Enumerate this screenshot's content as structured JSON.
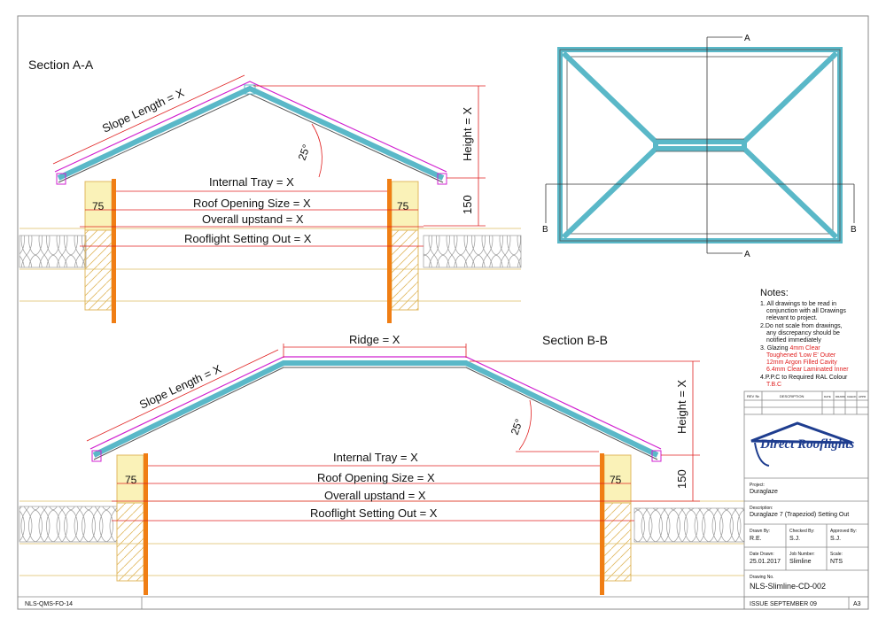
{
  "section_aa": {
    "title": "Section A-A",
    "slope_length": "Slope Length = X",
    "height": "Height = X",
    "angle": "25°",
    "internal_tray": "Internal Tray = X",
    "roof_opening": "Roof Opening Size = X",
    "overall_upstand": "Overall upstand = X",
    "setting_out": "Rooflight Setting Out = X",
    "dim_75": "75",
    "dim_150": "150"
  },
  "section_bb": {
    "title": "Section B-B",
    "ridge": "Ridge = X",
    "slope_length": "Slope Length = X",
    "height": "Height = X",
    "angle": "25°",
    "internal_tray": "Internal Tray = X",
    "roof_opening": "Roof Opening Size = X",
    "overall_upstand": "Overall upstand = X",
    "setting_out": "Rooflight Setting Out = X",
    "dim_75": "75",
    "dim_150": "150"
  },
  "plan": {
    "a_top": "A",
    "a_bottom": "A",
    "b_left": "B",
    "b_right": "B"
  },
  "notes": {
    "heading": "Notes:",
    "n1_a": "1. All drawings to be read in",
    "n1_b": "conjunction with all  Drawings",
    "n1_c": "relevant to project.",
    "n2_a": "2.Do not scale from drawings,",
    "n2_b": "any discrepancy should be",
    "n2_c": "notified immediately",
    "n3_prefix": "3. Glazing ",
    "n3_a": "4mm Clear",
    "n3_b": "Toughened 'Low E' Outer",
    "n3_c": "12mm Argon Filled Cavity",
    "n3_d": "6.4mm Clear Laminated Inner",
    "n4_a": "4.P.P.C to Required RAL Colour",
    "n4_b": "T.B.C"
  },
  "revision_table": {
    "rev": "REV №",
    "description": "DESCRIPTION",
    "c3": "DATE",
    "c4": "DRAWN",
    "c5": "CHECK",
    "c6": "APPR"
  },
  "logo": {
    "text": "Direct Rooflights"
  },
  "title_block": {
    "project_label": "Project:",
    "project_value": "Duraglaze",
    "description_label": "Description:",
    "description_value": "Duraglaze 7 (Trapeziod) Setting Out",
    "drawn_by_label": "Drawn By:",
    "drawn_by_value": "R.E.",
    "checked_by_label": "Checked By:",
    "checked_by_value": "S.J.",
    "approved_by_label": "Approved By:",
    "approved_by_value": "S.J.",
    "date_label": "Date Drawn:",
    "date_value": "25.01.2017",
    "job_label": "Job Number:",
    "job_value": "Slimline",
    "scale_label": "Scale:",
    "scale_value": "NTS",
    "drawing_no_label": "Drawing No.",
    "drawing_no_value": "NLS-Slimline-CD-002",
    "issue": "ISSUE SEPTEMBER 09",
    "size": "A3",
    "doc_ref": "NLS-QMS-FO-14"
  }
}
